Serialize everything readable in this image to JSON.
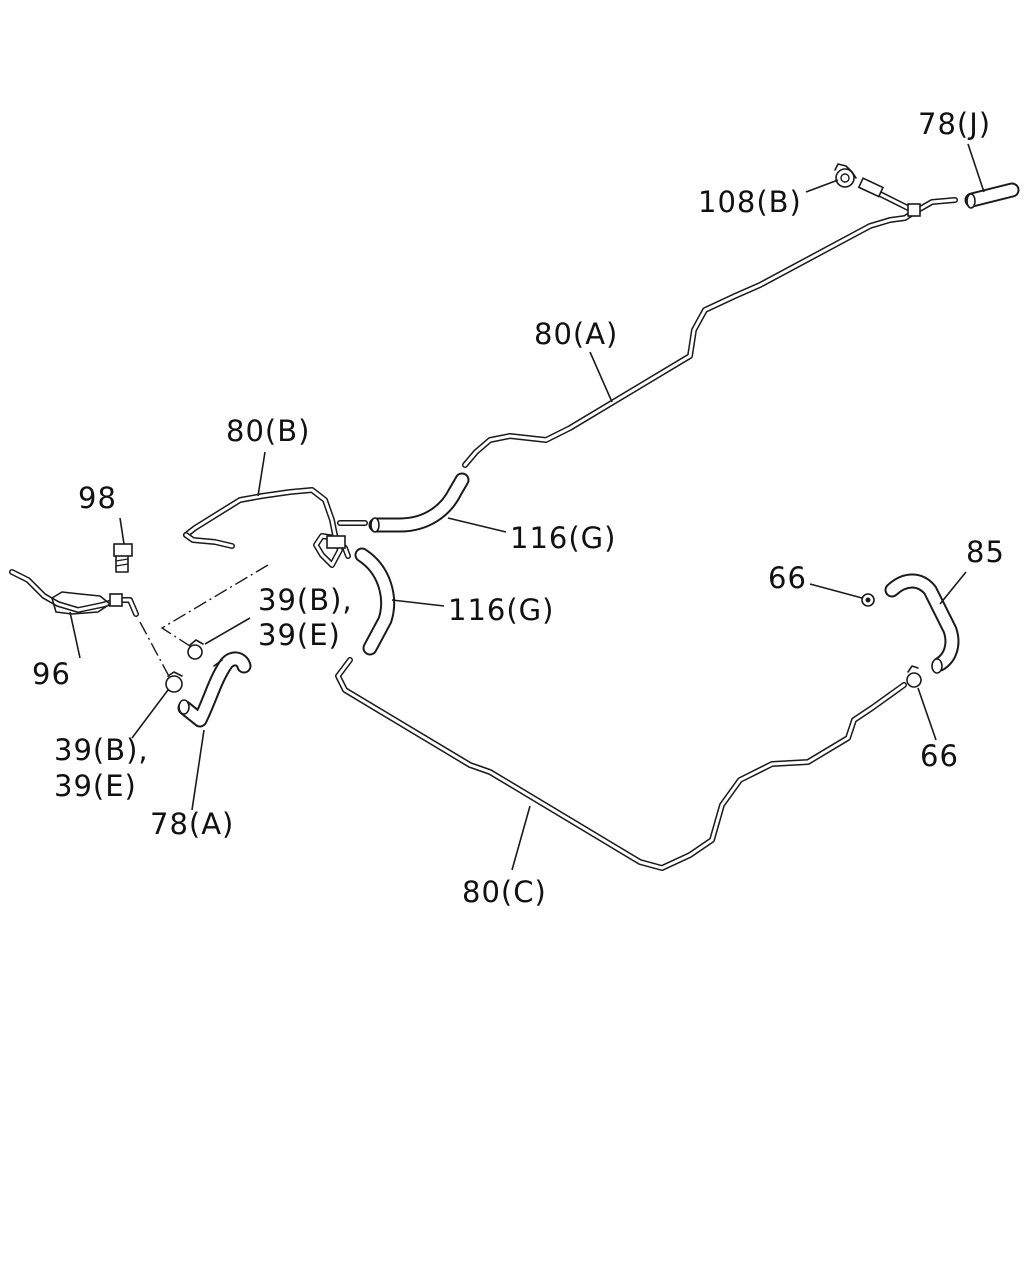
{
  "diagram": {
    "labels": {
      "p78j": "78(J)",
      "p108b": "108(B)",
      "p80a": "80(A)",
      "p80b": "80(B)",
      "p116g_upper": "116(G)",
      "p116g_lower": "116(G)",
      "p98": "98",
      "p39_mid_b": "39(B),",
      "p39_mid_e": "39(E)",
      "p96": "96",
      "p39_low_b": "39(B),",
      "p39_low_e": "39(E)",
      "p78a": "78(A)",
      "p66_top": "66",
      "p85": "85",
      "p66_bottom": "66",
      "p80c": "80(C)"
    },
    "colors": {
      "line": "#1a1a1a",
      "background": "#ffffff"
    }
  }
}
